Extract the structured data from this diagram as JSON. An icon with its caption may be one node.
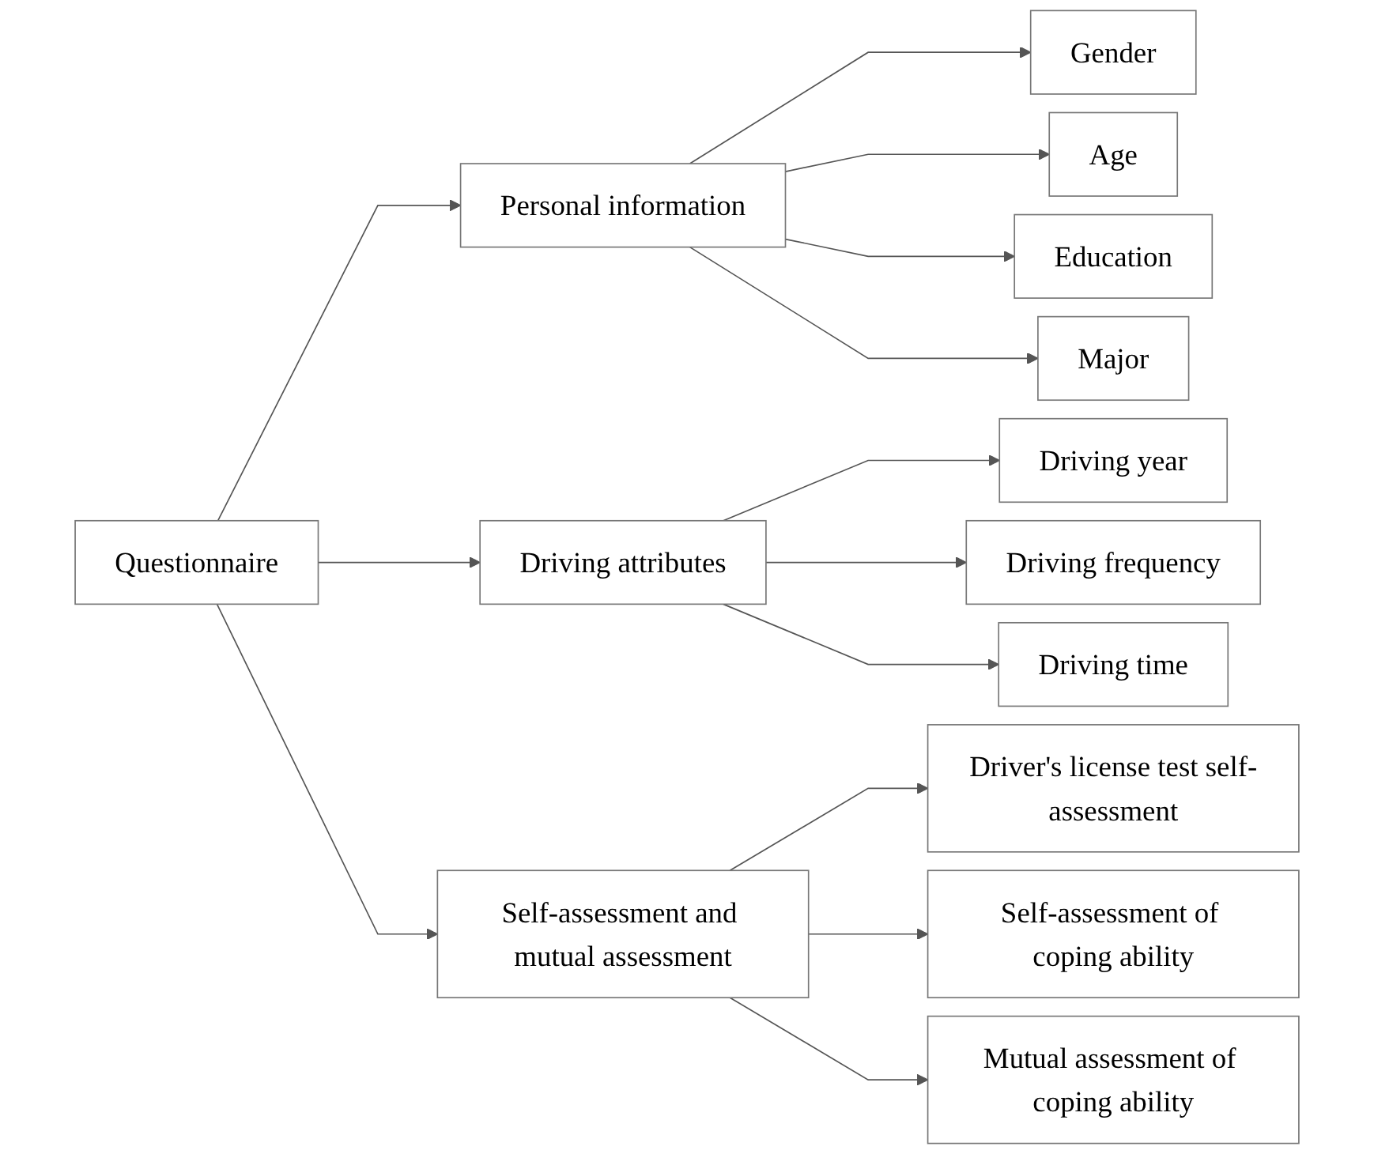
{
  "diagram": {
    "nodes": [
      {
        "text": [
          "Questionnaire"
        ]
      },
      {
        "text": [
          "Personal information"
        ]
      },
      {
        "text": [
          "Gender"
        ]
      },
      {
        "text": [
          "Age"
        ]
      },
      {
        "text": [
          "Education"
        ]
      },
      {
        "text": [
          "Major"
        ]
      },
      {
        "text": [
          "Driving attributes"
        ]
      },
      {
        "text": [
          "Driving year"
        ]
      },
      {
        "text": [
          "Driving frequency"
        ]
      },
      {
        "text": [
          "Driving time"
        ]
      },
      {
        "text": [
          "Self-assessment and mutual assessment"
        ]
      },
      {
        "text": [
          "Driver's license test self-assessment"
        ]
      },
      {
        "text": [
          "Self-assessment of coping ability"
        ]
      },
      {
        "text": [
          "Mutual assessment of coping ability"
        ]
      }
    ],
    "edges": [
      {
        "from": 0,
        "to": 1,
        "arrow": "to"
      },
      {
        "from": 0,
        "to": 6,
        "arrow": "to"
      },
      {
        "from": 0,
        "to": 10,
        "arrow": "to"
      },
      {
        "from": 1,
        "to": 2,
        "arrow": "to"
      },
      {
        "from": 1,
        "to": 3,
        "arrow": "to"
      },
      {
        "from": 1,
        "to": 4,
        "arrow": "to"
      },
      {
        "from": 1,
        "to": 5,
        "arrow": "to"
      },
      {
        "from": 6,
        "to": 7,
        "arrow": "to"
      },
      {
        "from": 6,
        "to": 8,
        "arrow": "to"
      },
      {
        "from": 6,
        "to": 9,
        "arrow": "to"
      },
      {
        "from": 10,
        "to": 11,
        "arrow": "to"
      },
      {
        "from": 10,
        "to": 12,
        "arrow": "to"
      },
      {
        "from": 10,
        "to": 13,
        "arrow": "to"
      }
    ]
  }
}
